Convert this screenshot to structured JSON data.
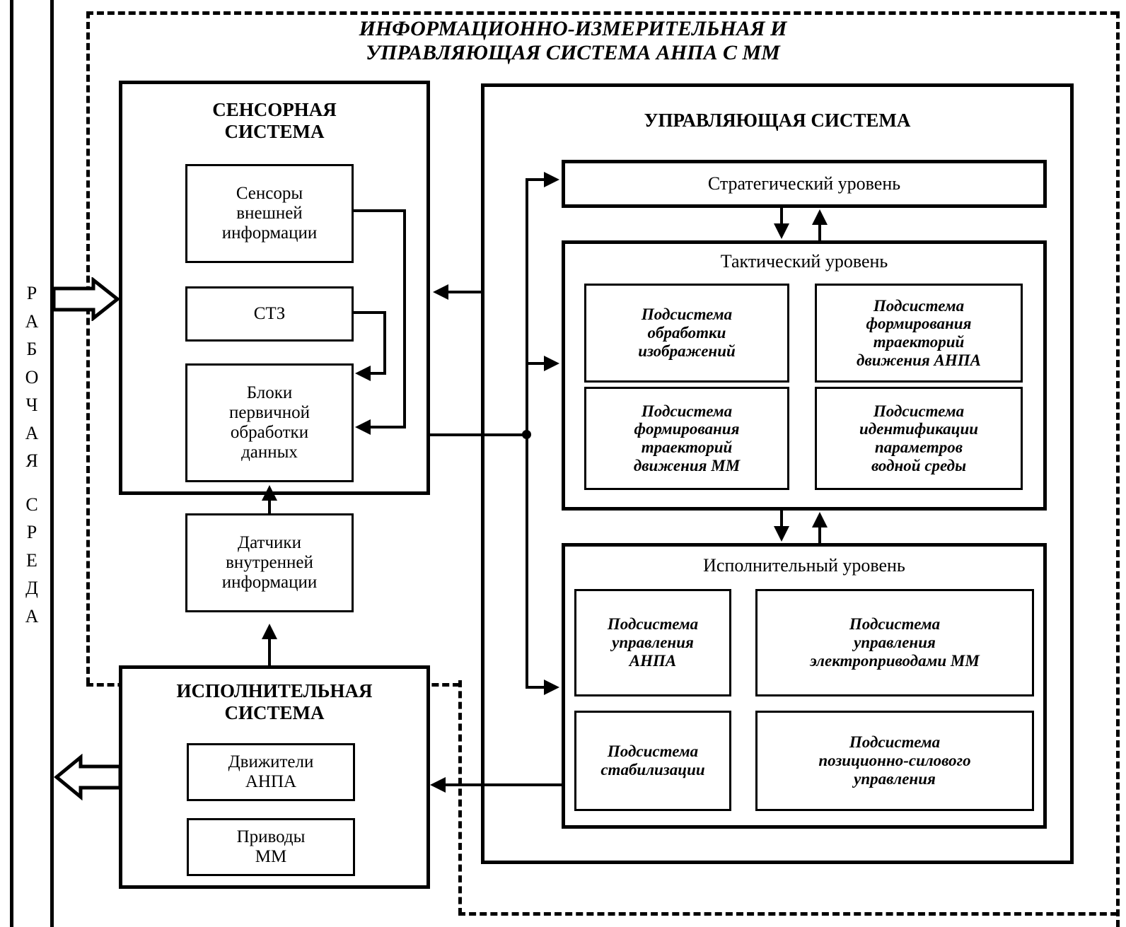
{
  "diagram": {
    "title_line1": "ИНФОРМАЦИОННО-ИЗМЕРИТЕЛЬНАЯ И",
    "title_line2": "УПРАВЛЯЮЩАЯ СИСТЕМА АНПА С ММ",
    "environment": {
      "label": "РАБОЧАЯ СРЕДА",
      "letters_top": [
        "Р",
        "А",
        "Б",
        "О",
        "Ч",
        "А",
        "Я"
      ],
      "letters_bottom": [
        "С",
        "Р",
        "Е",
        "Д",
        "А"
      ]
    },
    "sensor_system": {
      "title_line1": "СЕНСОРНАЯ",
      "title_line2": "СИСТЕМА",
      "blocks": [
        {
          "text": "Сенсоры\nвнешней\nинформации"
        },
        {
          "text": "СТЗ"
        },
        {
          "text": "Блоки\nпервичной\nобработки\nданных"
        }
      ]
    },
    "internal_sensors": {
      "text": "Датчики\nвнутренней\nинформации"
    },
    "executive_system": {
      "title_line1": "ИСПОЛНИТЕЛЬНАЯ",
      "title_line2": "СИСТЕМА",
      "blocks": [
        {
          "text": "Движители\nАНПА"
        },
        {
          "text": "Приводы\nММ"
        }
      ]
    },
    "control_system": {
      "title": "УПРАВЛЯЮЩАЯ СИСТЕМА",
      "strategic_level": {
        "title": "Стратегический уровень"
      },
      "tactical_level": {
        "title": "Тактический уровень",
        "subsystems": [
          {
            "text": "Подсистема\nобработки\nизображений"
          },
          {
            "text": "Подсистема\nформирования\nтраекторий\nдвижения АНПА"
          },
          {
            "text": "Подсистема\nформирования\nтраекторий\nдвижения ММ"
          },
          {
            "text": "Подсистема\nидентификации\nпараметров\nводной среды"
          }
        ]
      },
      "executive_level": {
        "title": "Исполнительный уровень",
        "subsystems": [
          {
            "text": "Подсистема\nуправления\nАНПА"
          },
          {
            "text": "Подсистема\nуправления\nэлектроприводами ММ"
          },
          {
            "text": "Подсистема\nстабилизации"
          },
          {
            "text": "Подсистема\nпозиционно-силового\nуправления"
          }
        ]
      }
    },
    "colors": {
      "line": "#000000",
      "background": "#ffffff"
    }
  }
}
